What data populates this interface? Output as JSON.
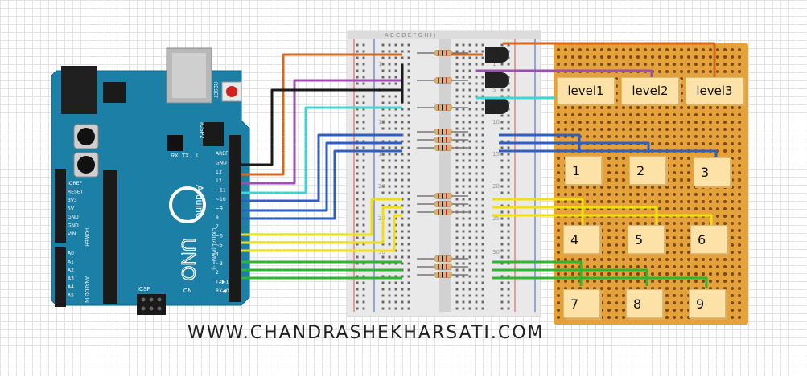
{
  "arduino": {
    "logo_text": "UNO",
    "brand_text": "Arduino",
    "reset_label": "RESET",
    "icsp2_label": "ICSP2",
    "icsp_label": "ICSP",
    "tx_label": "TX",
    "rx_label": "RX",
    "l_label": "L",
    "on_label": "ON",
    "digital_label": "DIGITAL (PWM= ~)",
    "power_label": "POWER",
    "analog_label": "ANALOG IN",
    "digital_pins": [
      "AREF",
      "GND",
      "13",
      "12",
      "~11",
      "~10",
      "~9",
      "8",
      "7",
      "~6",
      "~5",
      "4",
      "~3",
      "2",
      "TX▶1",
      "RX◀0"
    ],
    "power_pins": [
      "IOREF",
      "RESET",
      "3V3",
      "5V",
      "GND",
      "GND",
      "VIN"
    ],
    "analog_pins": [
      "A0",
      "A1",
      "A2",
      "A3",
      "A4",
      "A5"
    ]
  },
  "breadboard": {
    "row_numbers": [
      "1",
      "5",
      "10",
      "15",
      "20",
      "25",
      "30"
    ],
    "column_letters_top": "A B C D E   F G H I J"
  },
  "levels": [
    "level1",
    "level2",
    "level3"
  ],
  "pads": [
    "1",
    "2",
    "3",
    "4",
    "5",
    "6",
    "7",
    "8",
    "9"
  ],
  "wire_colors": {
    "orange": "#d2691e",
    "purple": "#9b4fae",
    "black": "#1a1a1a",
    "cyan": "#3ed6d0",
    "blue": "#2f5fc0",
    "yellow": "#f0e010",
    "green": "#2fb52f"
  },
  "footer": "WWW.CHANDRASHEKHARSATI.COM"
}
